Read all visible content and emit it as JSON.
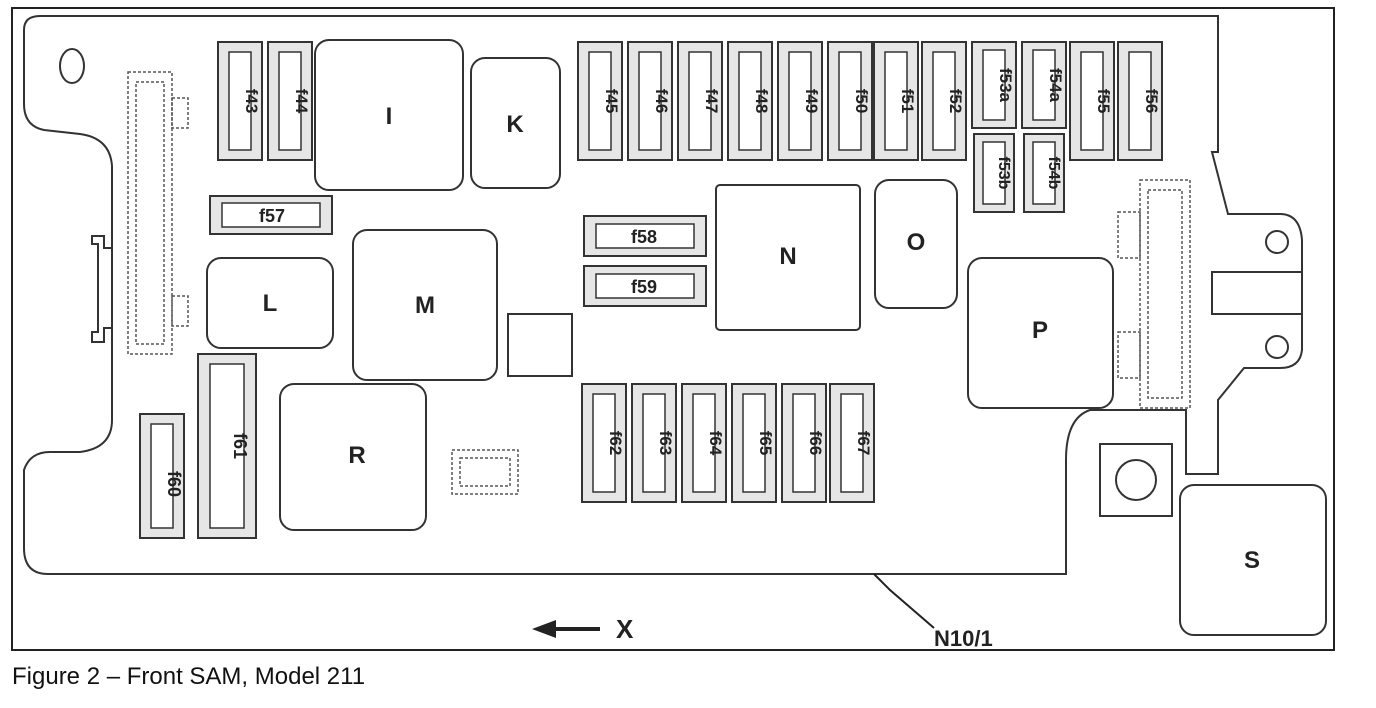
{
  "diagram": {
    "fuses_top": [
      "f43",
      "f44",
      "f45",
      "f46",
      "f47",
      "f48",
      "f49",
      "f50",
      "f51",
      "f52",
      "f53a",
      "f54a",
      "f55",
      "f56"
    ],
    "fuses_sub": [
      "f53b",
      "f54b"
    ],
    "fuses_mid": [
      "f57",
      "f58",
      "f59"
    ],
    "fuses_vertical_bottom": [
      "f60",
      "f61"
    ],
    "fuses_bottom": [
      "f62",
      "f63",
      "f64",
      "f65",
      "f66",
      "f67"
    ],
    "relays": [
      "I",
      "K",
      "L",
      "M",
      "N",
      "O",
      "P",
      "R",
      "S"
    ],
    "direction_label": "X",
    "component_label": "N10/1",
    "colors": {
      "stroke": "#333333",
      "fill": "#ffffff",
      "fuse_shade": "#e6e6e6"
    }
  },
  "caption": "Figure 2 – Front SAM, Model 211"
}
